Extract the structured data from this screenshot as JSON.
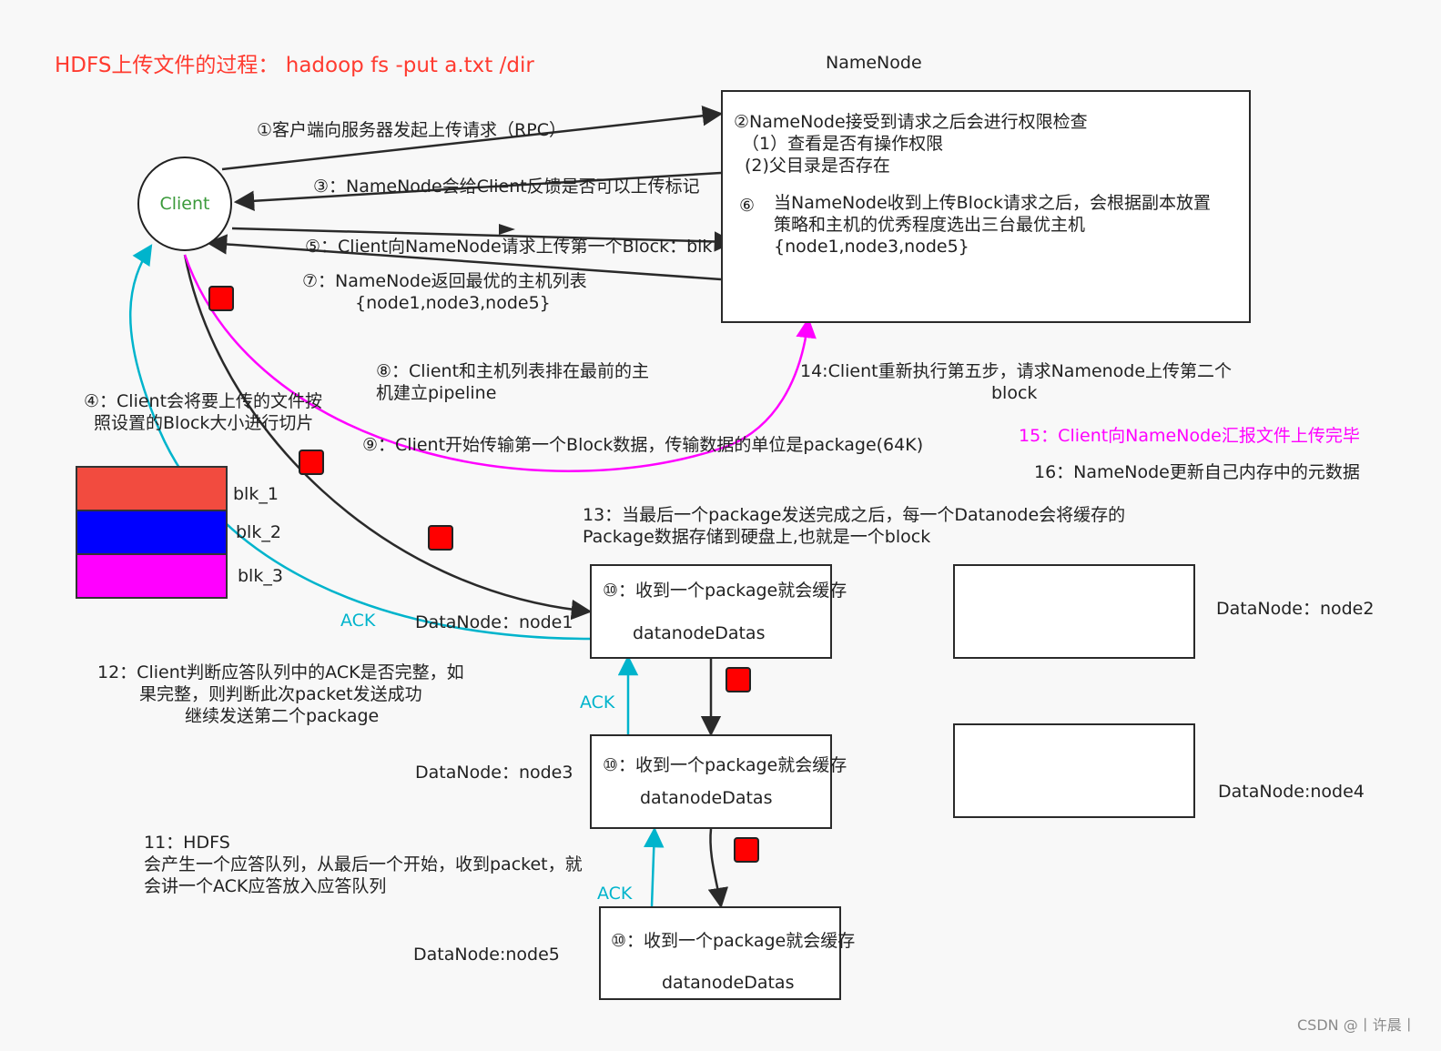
{
  "title": "HDFS上传文件的过程： hadoop fs -put a.txt /dir",
  "colors": {
    "title": "#ff3b30",
    "magenta": "#ff00ff",
    "cyan": "#00b4cc",
    "client_text": "#3a9a3a",
    "red_square": "#ff0000",
    "blk1": "#f24b3f",
    "blk2": "#0000ff",
    "blk3": "#ff00ff"
  },
  "namenode": {
    "label": "NameNode",
    "line1": "②NameNode接受到请求之后会进行权限检查",
    "line2": "（1）查看是否有操作权限",
    "line3": "(2)父目录是否存在",
    "line4_num": "⑥",
    "line4": "当NameNode收到上传Block请求之后，会根据副本放置",
    "line5": "策略和主机的优秀程度选出三台最优主机",
    "line6": "{node1,node3,node5}"
  },
  "client": {
    "label": "Client"
  },
  "steps": {
    "s1": "①客户端向服务器发起上传请求（RPC）",
    "s3": "③：NameNode会给Client反馈是否可以上传标记",
    "s5": "⑤：Client向NameNode请求上传第一个Block：blk",
    "s7a": "⑦：NameNode返回最优的主机列表",
    "s7b": "{node1,node3,node5}",
    "s8a": "⑧：Client和主机列表排在最前的主",
    "s8b": "机建立pipeline",
    "s4a": "④：Client会将要上传的文件按",
    "s4b": "照设置的Block大小进行切片",
    "s9": "⑨：Client开始传输第一个Block数据，传输数据的单位是package(64K)",
    "s14a": "14:Client重新执行第五步，请求Namenode上传第二个",
    "s14b": "block",
    "s15": "15：Client向NameNode汇报文件上传完毕",
    "s16": "16：NameNode更新自己内存中的元数据",
    "s13a": "13：当最后一个package发送完成之后，每一个Datanode会将缓存的",
    "s13b": "Package数据存储到硬盘上,也就是一个block",
    "s12a": "12：Client判断应答队列中的ACK是否完整，如",
    "s12b": "果完整，则判断此次packet发送成功",
    "s12c": "继续发送第二个package",
    "s11a": "11：HDFS",
    "s11b": "会产生一个应答队列，从最后一个开始，收到packet，就",
    "s11c": "会讲一个ACK应答放入应答队列"
  },
  "blocks": [
    "blk_1",
    "blk_2",
    "blk_3"
  ],
  "ack_label": "ACK",
  "datanodes": {
    "node1": {
      "label": "DataNode：node1",
      "recv": "⑩：收到一个package就会缓存",
      "data": "datanodeDatas"
    },
    "node3": {
      "label": "DataNode：node3",
      "recv": "⑩：收到一个package就会缓存",
      "data": "datanodeDatas"
    },
    "node5": {
      "label": "DataNode:node5",
      "recv": "⑩：收到一个package就会缓存",
      "data": "datanodeDatas"
    },
    "node2": {
      "label": "DataNode：node2"
    },
    "node4": {
      "label": "DataNode:node4"
    }
  },
  "footer": "CSDN @丨许晨丨"
}
